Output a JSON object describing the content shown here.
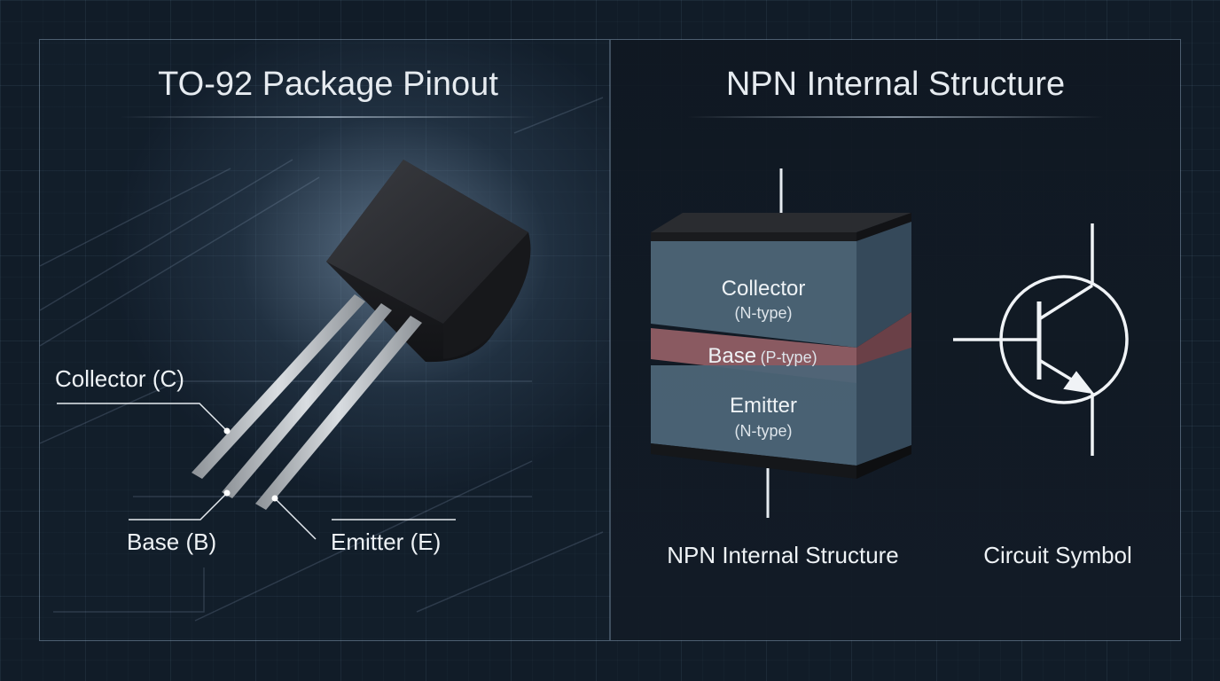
{
  "left_panel": {
    "title": "TO-92 Package Pinout",
    "pins": {
      "collector": "Collector (C)",
      "base": "Base (B)",
      "emitter": "Emitter (E)"
    }
  },
  "right_panel": {
    "title": "NPN Internal Structure",
    "layers": {
      "collector": {
        "name": "Collector",
        "type": "(N-type)"
      },
      "base": {
        "name": "Base",
        "type": "(P-type)"
      },
      "emitter": {
        "name": "Emitter",
        "type": "(N-type)"
      }
    },
    "captions": {
      "structure": "NPN Internal Structure",
      "symbol": "Circuit Symbol"
    }
  },
  "colors": {
    "background": "#111c28",
    "n_layer": "#4d6577",
    "p_layer": "#8a5a61",
    "package": "#1b1c1f",
    "lead": "#b9bec3"
  }
}
